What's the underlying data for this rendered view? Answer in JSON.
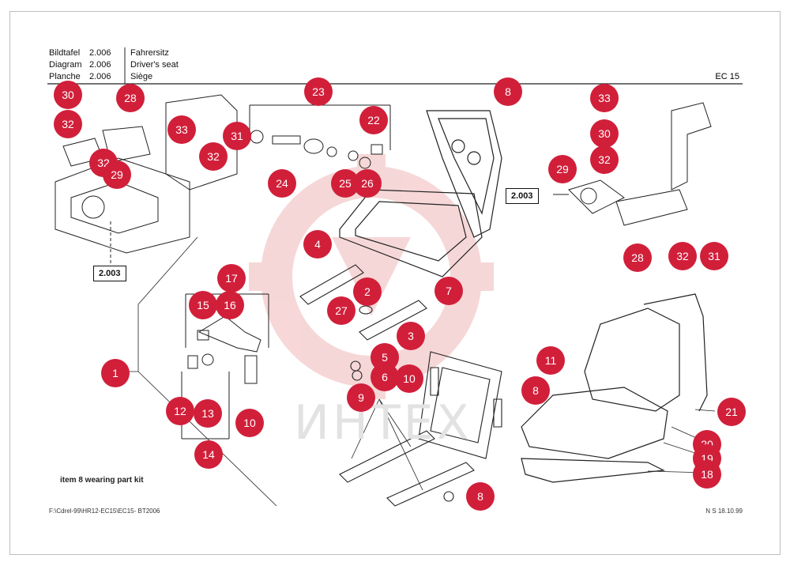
{
  "header": {
    "col1": [
      "Bildtafel",
      "Diagram",
      "Planche"
    ],
    "col2": [
      "2.006",
      "2.006",
      "2.006"
    ],
    "col3": [
      "Fahrersitz",
      "Driver's seat",
      "Siège"
    ],
    "model": "EC 15"
  },
  "refs": {
    "a": "2.003",
    "b": "2.003"
  },
  "watermark": "ИНТЕХ",
  "note": "item 8  wearing part kit",
  "footer": {
    "path": "F:\\Cdrel-99\\HR12-EC15\\EC15- BT2006",
    "sig": "N S 18.10.99"
  },
  "callouts": [
    "30",
    "28",
    "23",
    "8",
    "33",
    "32",
    "33",
    "31",
    "22",
    "32",
    "30",
    "32",
    "29",
    "32",
    "24",
    "25",
    "26",
    "29",
    "28",
    "32",
    "31",
    "4",
    "17",
    "2",
    "7",
    "15",
    "16",
    "27",
    "3",
    "1",
    "5",
    "6",
    "10",
    "11",
    "12",
    "13",
    "9",
    "8",
    "10",
    "14",
    "21",
    "20",
    "19",
    "18",
    "8"
  ],
  "colors": {
    "callout": "#d11f3a",
    "line": "#222222",
    "logo": "#f6d3d3"
  }
}
